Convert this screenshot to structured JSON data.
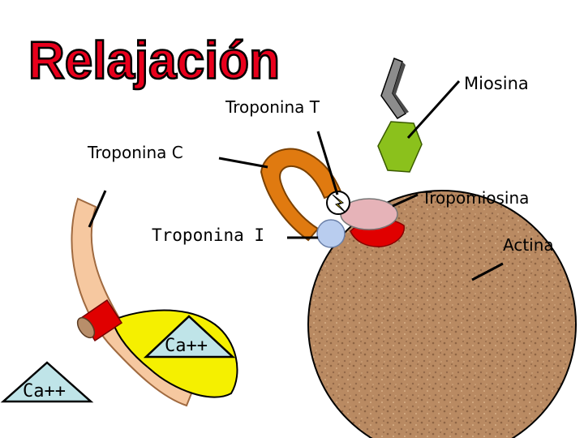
{
  "title": "Relajación",
  "labels": {
    "miosina": "Miosina",
    "troponina_t": "Troponina T",
    "troponina_c": "Troponina C",
    "tropomiosina": "Tropomiosina",
    "troponina_i": "Troponina I",
    "actina": "Actina"
  },
  "ions": {
    "ca_1": "Ca++",
    "ca_2": "Ca++"
  },
  "colors": {
    "title_red": "#e8001c",
    "actin_brown": "#b98a62",
    "myosin_green": "#8bc11c",
    "troponin_c_orange": "#e07a10",
    "tropomyosin_pink": "#e6b3b8",
    "troponin_i_blue": "#b9cdef",
    "red_band": "#e00000",
    "yellow_region": "#f5f000",
    "ca_triangle": "#bfe4e8",
    "peach_strand": "#f6c8a0"
  }
}
